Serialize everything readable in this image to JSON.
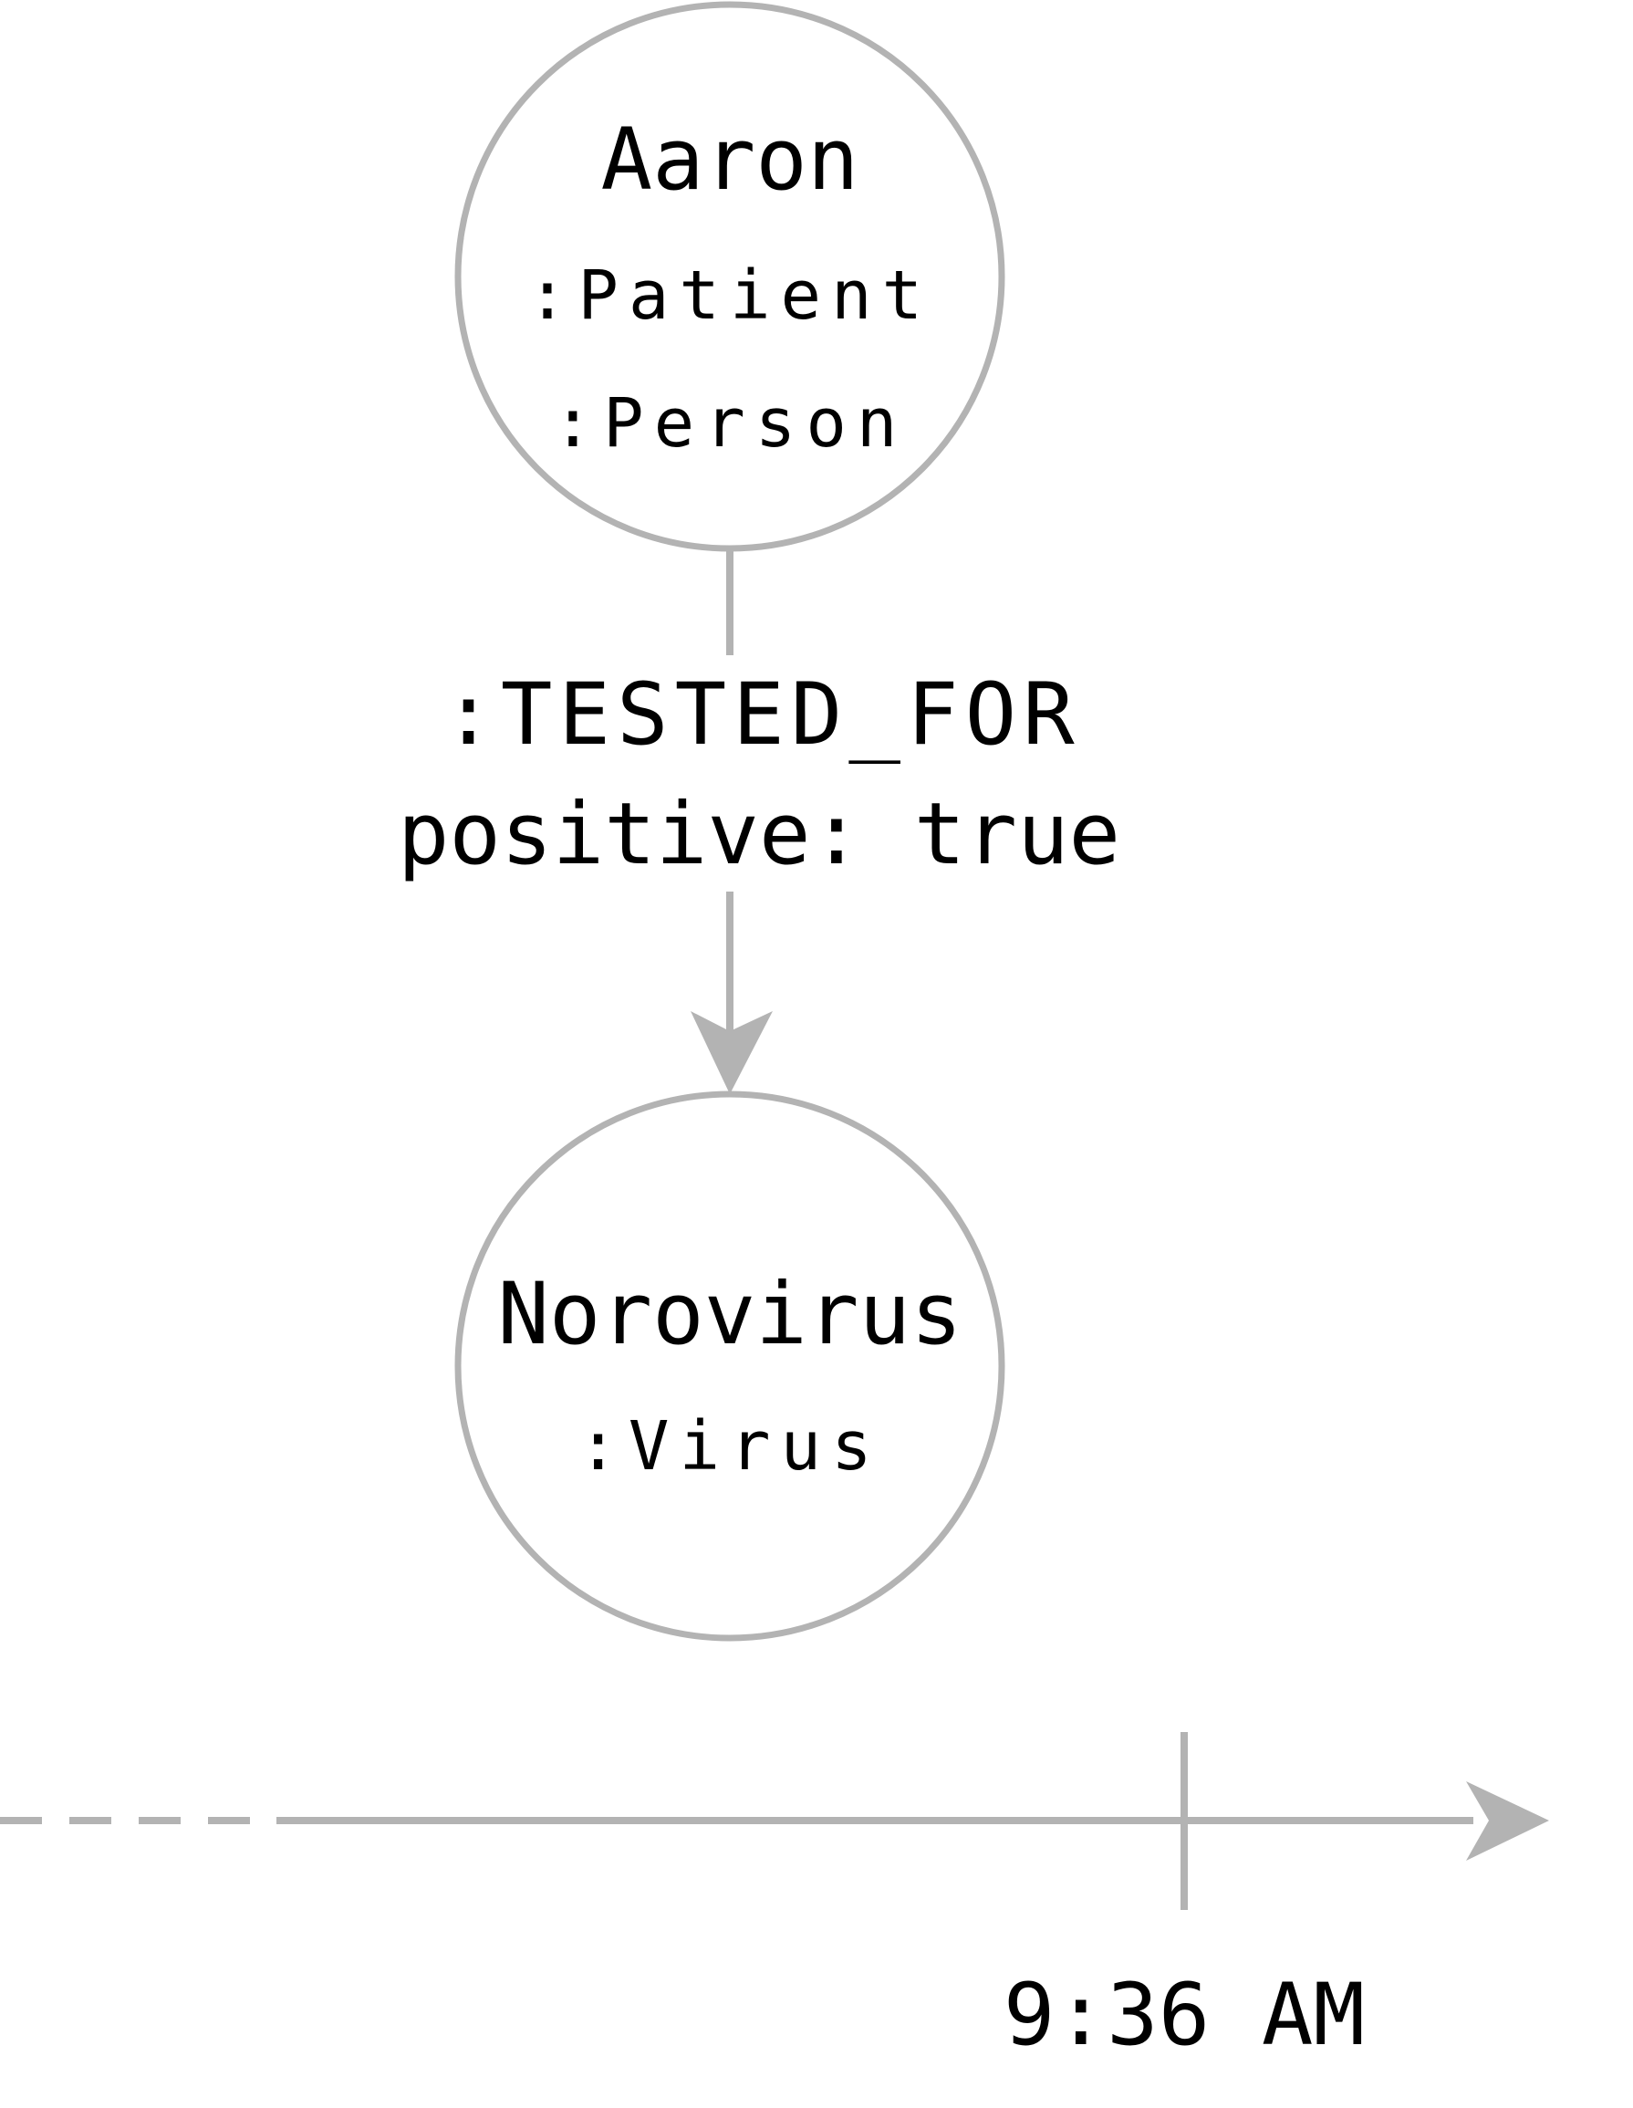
{
  "diagram": {
    "nodes": [
      {
        "id": "aaron",
        "name": "Aaron",
        "labels": [
          ":Patient",
          ":Person"
        ]
      },
      {
        "id": "norovirus",
        "name": "Norovirus",
        "labels": [
          ":Virus"
        ]
      }
    ],
    "relationship": {
      "type": ":TESTED_FOR",
      "property": "positive: true"
    },
    "timeline": {
      "tick_label": "9:36 AM"
    },
    "colors": {
      "stroke": "#b3b3b3",
      "text": "#000000",
      "background": "#ffffff"
    }
  }
}
